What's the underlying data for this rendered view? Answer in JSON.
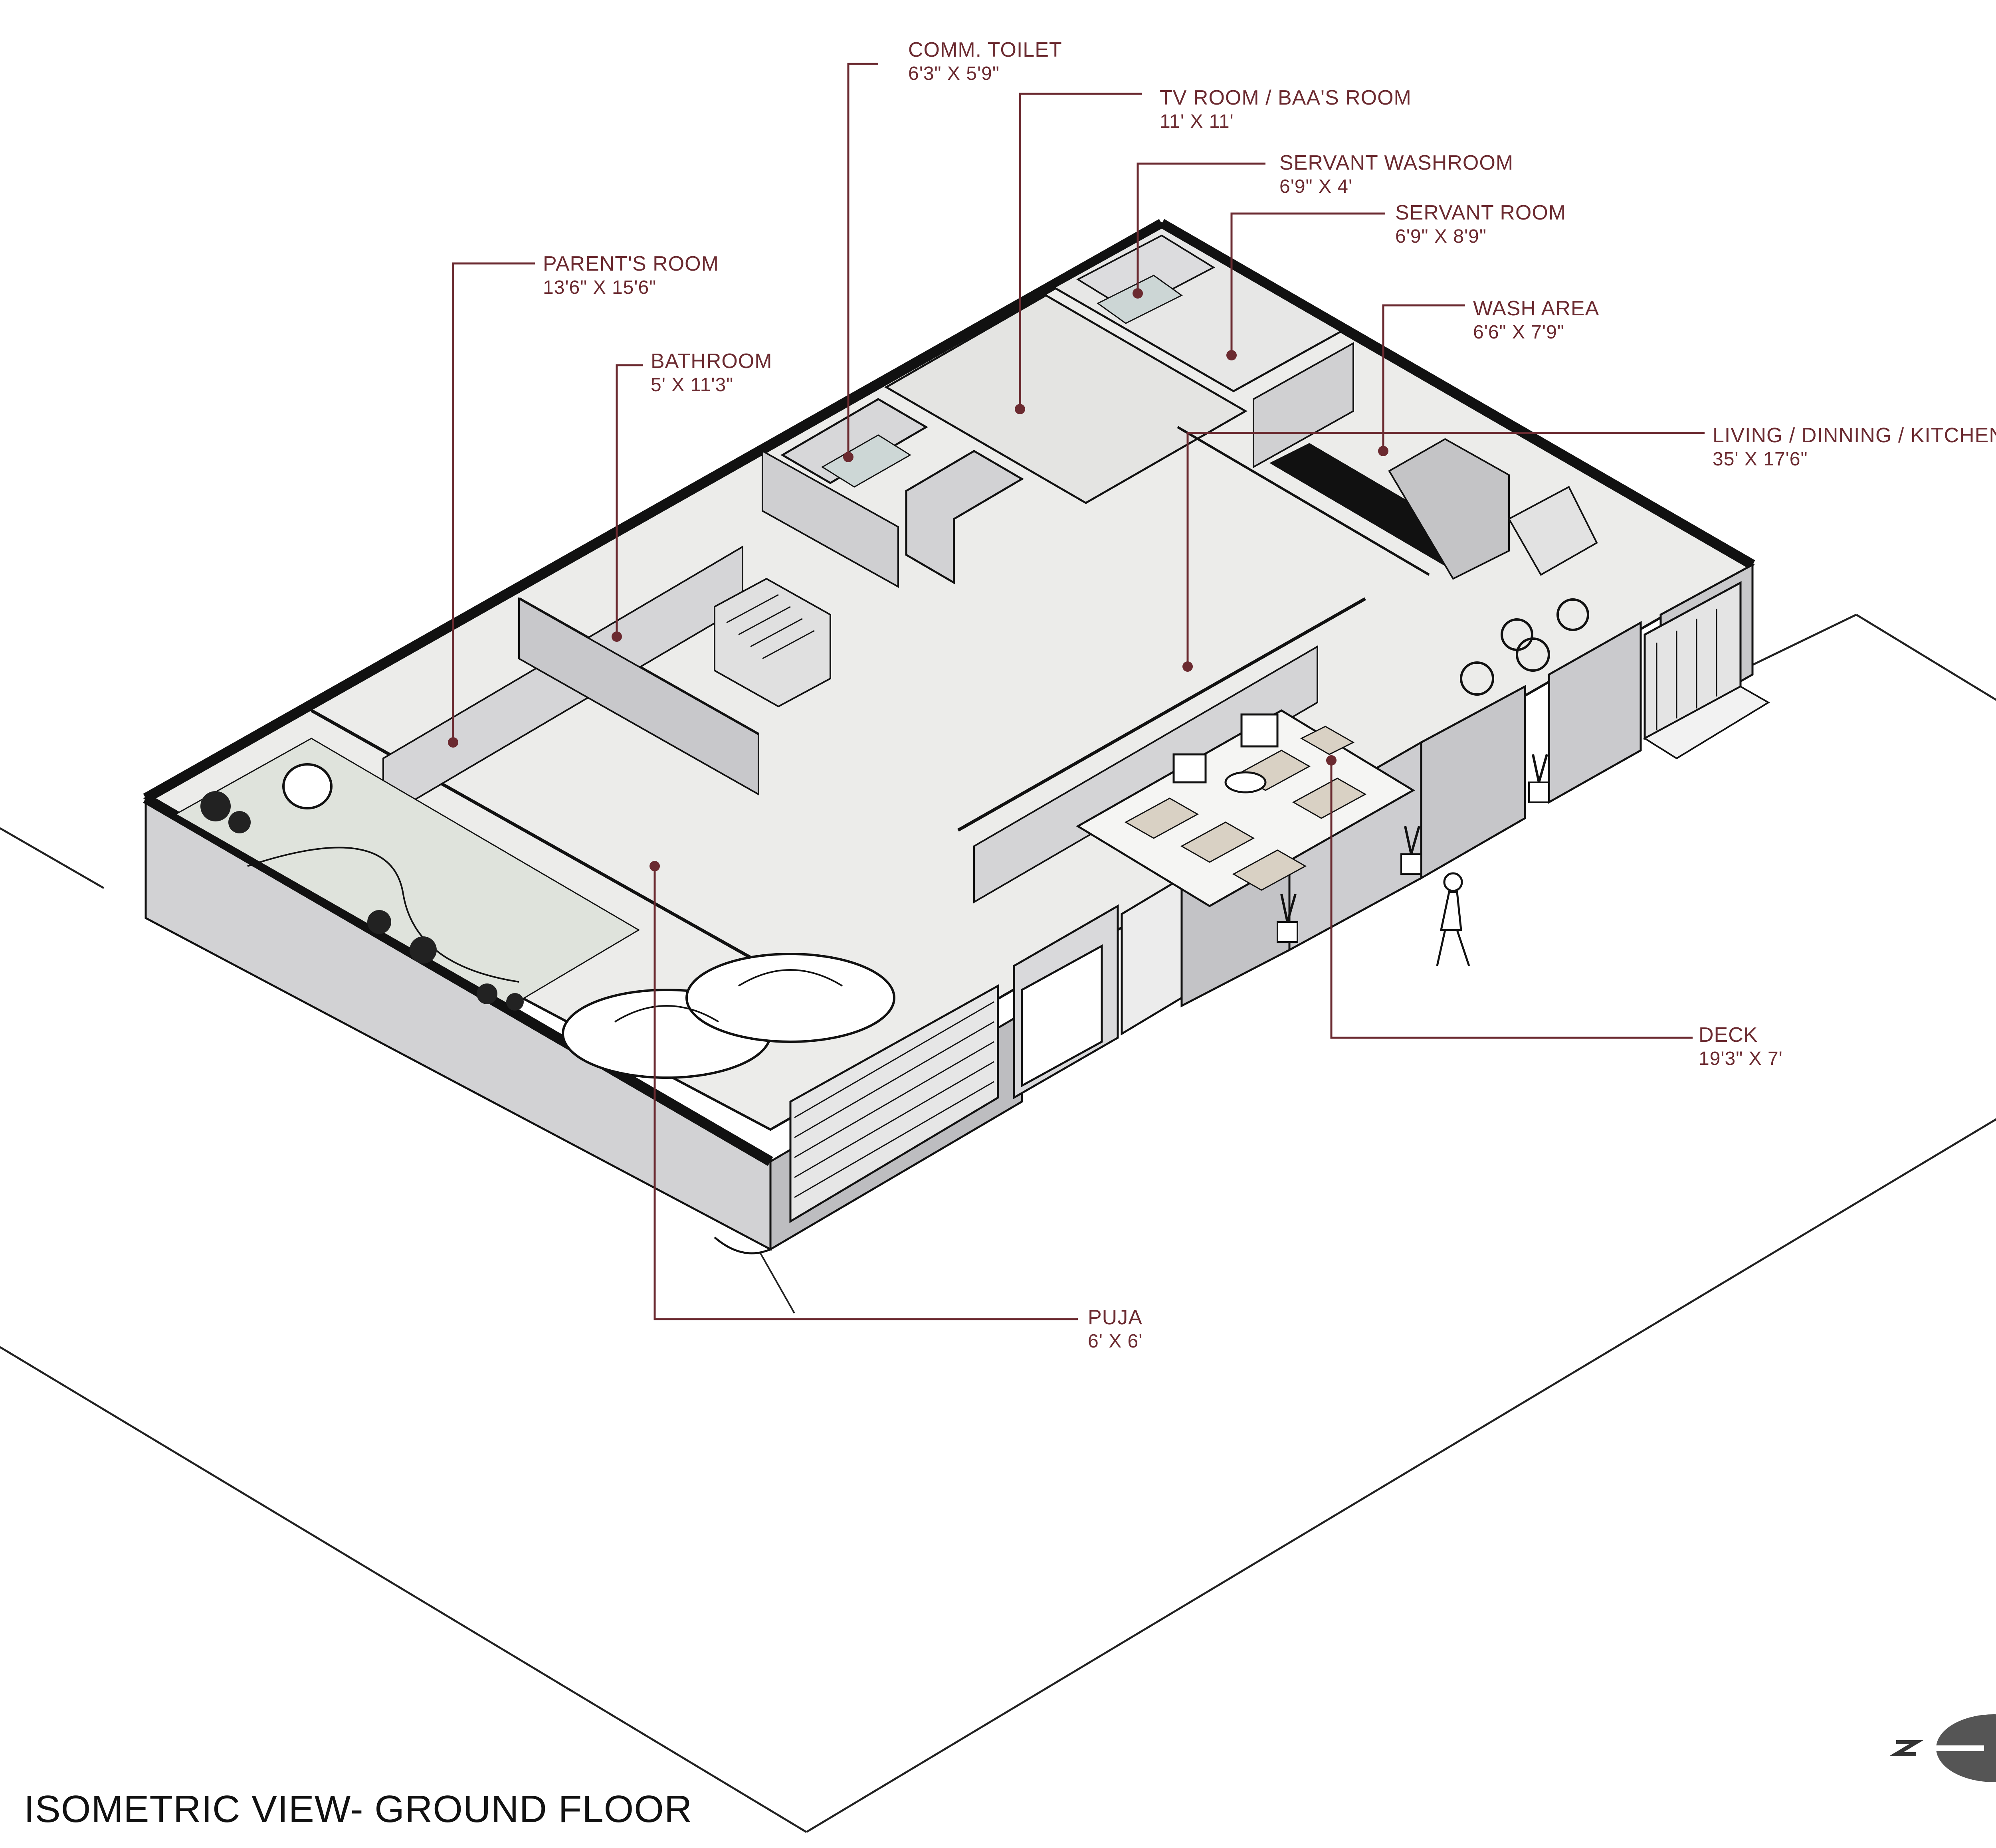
{
  "drawing": {
    "title": "ISOMETRIC VIEW-  GROUND FLOOR",
    "accent_color": "#6b2a30",
    "north_symbol": "north-arrow-icon"
  },
  "rooms": [
    {
      "id": "comm-toilet",
      "name": "COMM. TOILET",
      "size": "6'3\" X 5'9\""
    },
    {
      "id": "tv-room",
      "name": "TV ROOM / BAA'S ROOM",
      "size": "11' X 11'"
    },
    {
      "id": "servant-washroom",
      "name": "SERVANT WASHROOM",
      "size": "6'9\" X 4'"
    },
    {
      "id": "servant-room",
      "name": "SERVANT ROOM",
      "size": "6'9\" X 8'9\""
    },
    {
      "id": "parents-room",
      "name": "PARENT'S ROOM",
      "size": "13'6\" X 15'6\""
    },
    {
      "id": "wash-area",
      "name": "WASH AREA",
      "size": "6'6\" X 7'9\""
    },
    {
      "id": "bathroom",
      "name": "BATHROOM",
      "size": "5' X 11'3\""
    },
    {
      "id": "living",
      "name": "LIVING / DINNING / KITCHEN",
      "size": "35' X 17'6\""
    },
    {
      "id": "deck",
      "name": "DECK",
      "size": "19'3\" X 7'"
    },
    {
      "id": "puja",
      "name": "PUJA",
      "size": "6' X 6'"
    }
  ]
}
